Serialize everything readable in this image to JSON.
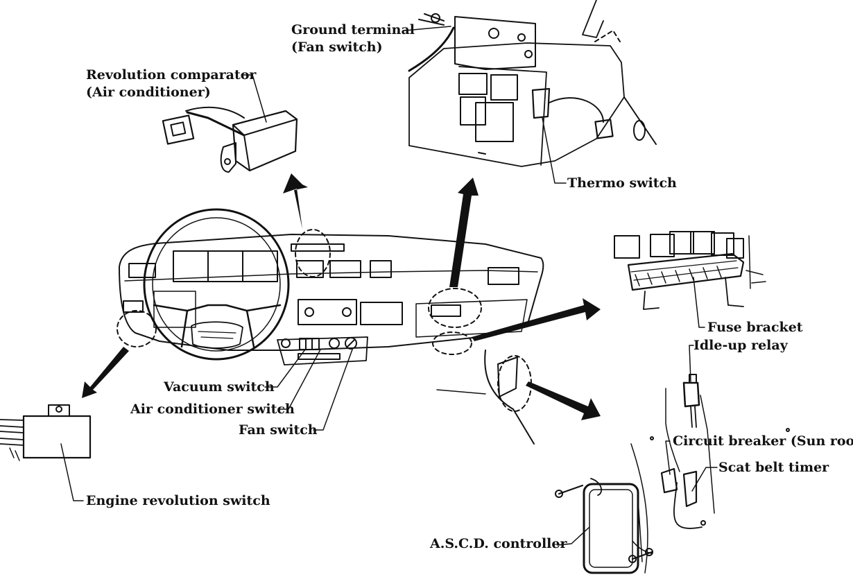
{
  "labels": {
    "ground_terminal": "Ground terminal",
    "fan_switch_sub": "(Fan switch)",
    "revolution_comparator": "Revolution comparator",
    "air_conditioner_sub": "(Air conditioner)",
    "thermo_switch": "Thermo switch",
    "fuse_bracket": "Fuse bracket",
    "idle_up_relay": "Idle-up relay",
    "vacuum_switch": "Vacuum switch",
    "air_conditioner_switch": "Air conditioner switch",
    "fan_switch": "Fan switch",
    "circuit_breaker": "Circuit breaker (Sun roof)",
    "seat_belt_timer": "Scat belt timer",
    "engine_revolution_switch": "Engine revolution switch",
    "ascd_controller": "A.S.C.D. controller"
  },
  "colors": {
    "ink": "#111111",
    "paper": "#ffffff"
  }
}
